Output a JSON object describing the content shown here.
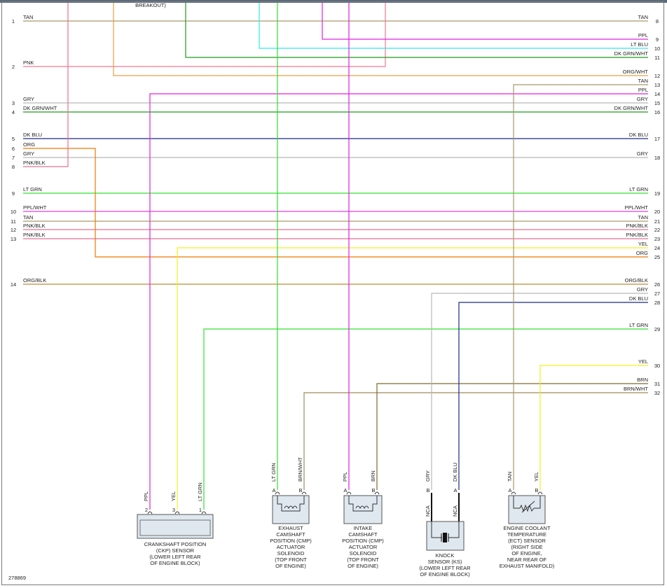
{
  "diagram_id": "278869",
  "top_note": "BREAKOUT)",
  "colors": {
    "TAN": "#a89a6a",
    "PPL": "#e020e0",
    "LT BLU": "#30e8f0",
    "DK GRN/WHT": "#1d9a1d",
    "PNK": "#f07890",
    "ORG/WHT": "#e8a040",
    "GRY": "#b8b8b8",
    "DK BLU": "#1a2a8a",
    "ORG": "#f07800",
    "PNK/BLK": "#e87090",
    "LT GRN": "#30e030",
    "PPL/WHT": "#e040e0",
    "YEL": "#f0f020",
    "ORG/BLK": "#c08a30",
    "BRN": "#7a6a30",
    "BRN/WHT": "#a08a5a"
  },
  "left_pins": [
    {
      "num": "1",
      "color": "TAN"
    },
    {
      "num": "2",
      "color": "PNK"
    },
    {
      "num": "3",
      "color": "GRY"
    },
    {
      "num": "4",
      "color": "DK GRN/WHT"
    },
    {
      "num": "5",
      "color": "DK BLU"
    },
    {
      "num": "6",
      "color": "ORG"
    },
    {
      "num": "7",
      "color": "GRY"
    },
    {
      "num": "8",
      "color": "PNK/BLK"
    },
    {
      "num": "9",
      "color": "LT GRN"
    },
    {
      "num": "10",
      "color": "PPL/WHT"
    },
    {
      "num": "11",
      "color": "TAN"
    },
    {
      "num": "12",
      "color": "PNK/BLK"
    },
    {
      "num": "13",
      "color": "PNK/BLK"
    },
    {
      "num": "14",
      "color": "ORG/BLK"
    }
  ],
  "right_pins": [
    {
      "num": "8",
      "color": "TAN"
    },
    {
      "num": "9",
      "color": "PPL"
    },
    {
      "num": "10",
      "color": "LT BLU"
    },
    {
      "num": "11",
      "color": "DK GRN/WHT"
    },
    {
      "num": "12",
      "color": "ORG/WHT"
    },
    {
      "num": "13",
      "color": "TAN"
    },
    {
      "num": "14",
      "color": "PPL"
    },
    {
      "num": "15",
      "color": "GRY"
    },
    {
      "num": "16",
      "color": "DK GRN/WHT"
    },
    {
      "num": "17",
      "color": "DK BLU"
    },
    {
      "num": "18",
      "color": "GRY"
    },
    {
      "num": "19",
      "color": "LT GRN"
    },
    {
      "num": "20",
      "color": "PPL/WHT"
    },
    {
      "num": "21",
      "color": "TAN"
    },
    {
      "num": "22",
      "color": "PNK/BLK"
    },
    {
      "num": "23",
      "color": "PNK/BLK"
    },
    {
      "num": "24",
      "color": "YEL"
    },
    {
      "num": "25",
      "color": "ORG"
    },
    {
      "num": "26",
      "color": "ORG/BLK"
    },
    {
      "num": "27",
      "color": "GRY"
    },
    {
      "num": "28",
      "color": "DK BLU"
    },
    {
      "num": "29",
      "color": "LT GRN"
    },
    {
      "num": "30",
      "color": "YEL"
    },
    {
      "num": "31",
      "color": "BRN"
    },
    {
      "num": "32",
      "color": "BRN/WHT"
    }
  ],
  "components": {
    "ckp": {
      "name": [
        "CRANKSHAFT POSITION",
        "(CKP) SENSOR",
        "(LOWER LEFT REAR",
        "OF ENGINE BLOCK)"
      ],
      "pins": [
        {
          "pin": "2",
          "wire": "PPL"
        },
        {
          "pin": "3",
          "wire": "YEL"
        },
        {
          "pin": "1",
          "wire": "LT GRN"
        }
      ]
    },
    "exhaust_cmp": {
      "name": [
        "EXHAUST",
        "CAMSHAFT",
        "POSITION (CMP)",
        "ACTUATOR",
        "SOLENOID",
        "(TOP FRONT",
        "OF ENGINE)"
      ],
      "pins": [
        {
          "pin": "A",
          "wire": "LT GRN"
        },
        {
          "pin": "B",
          "wire": "BRN/WHT"
        }
      ]
    },
    "intake_cmp": {
      "name": [
        "INTAKE",
        "CAMSHAFT",
        "POSITION (CMP)",
        "ACTUATOR",
        "SOLENOID",
        "(TOP FRONT",
        "OF ENGINE)"
      ],
      "pins": [
        {
          "pin": "A",
          "wire": "PPL"
        },
        {
          "pin": "B",
          "wire": "BRN"
        }
      ]
    },
    "knock": {
      "name": [
        "KNOCK",
        "SENSOR (KS)",
        "(LOWER LEFT REAR",
        "OF ENGINE BLOCK)"
      ],
      "pins": [
        {
          "pin": "B",
          "wire": "GRY"
        },
        {
          "pin": "A",
          "wire": "DK BLU"
        }
      ],
      "pin_tags": [
        "NCA",
        "NCA"
      ]
    },
    "ect": {
      "name": [
        "ENGINE COOLANT",
        "TEMPERATURE",
        "(ECT) SENSOR",
        "(RIGHT SIDE",
        "OF ENGINE,",
        "NEAR REAR OF",
        "EXHAUST MANIFOLD)"
      ],
      "pins": [
        {
          "pin": "A",
          "wire": "TAN"
        },
        {
          "pin": "B",
          "wire": "YEL"
        }
      ]
    }
  }
}
